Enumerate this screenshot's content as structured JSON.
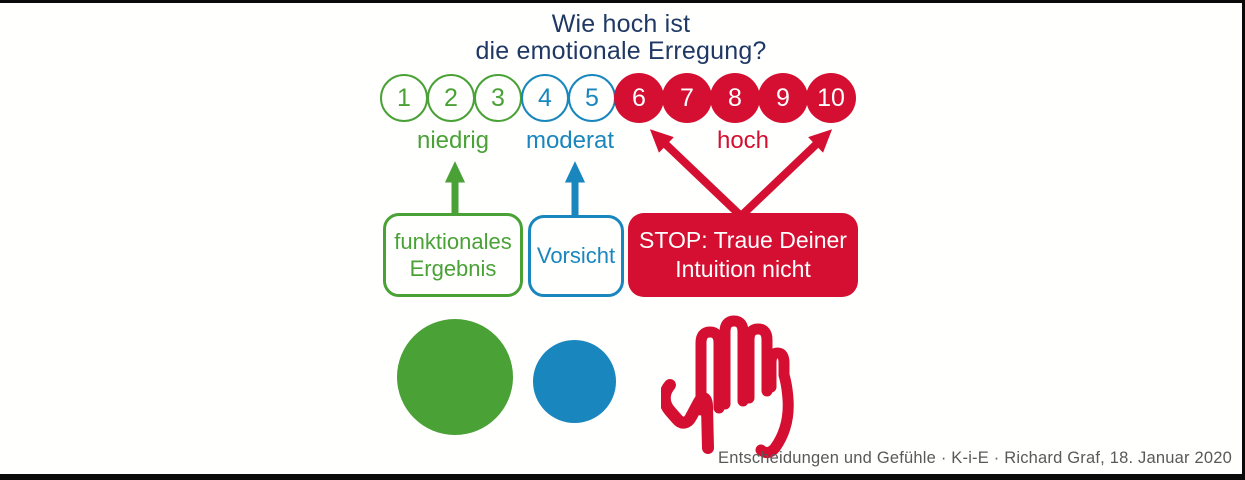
{
  "title": {
    "line1": "Wie hoch ist",
    "line2": "die emotionale Erregung?"
  },
  "scale": {
    "numbers": [
      "1",
      "2",
      "3",
      "4",
      "5",
      "6",
      "7",
      "8",
      "9",
      "10"
    ],
    "labels": {
      "low": "niedrig",
      "moderate": "moderat",
      "high": "hoch"
    }
  },
  "boxes": {
    "low": {
      "line1": "funktionales",
      "line2": "Ergebnis"
    },
    "moderate": {
      "label": "Vorsicht"
    },
    "high": {
      "line1": "STOP: Traue Deiner",
      "line2": "Intuition nicht"
    }
  },
  "icons": {
    "low": "green-dot-icon",
    "moderate": "blue-dot-icon",
    "high": "stop-hand-icon"
  },
  "footer": {
    "credit": "Entscheidungen und Gefühle · K-i-E · Richard Graf, 18. Januar 2020"
  },
  "colors": {
    "green": "#4aa237",
    "blue": "#1a86be",
    "red": "#d40f31",
    "navy": "#1f3864",
    "gray": "#595959"
  }
}
